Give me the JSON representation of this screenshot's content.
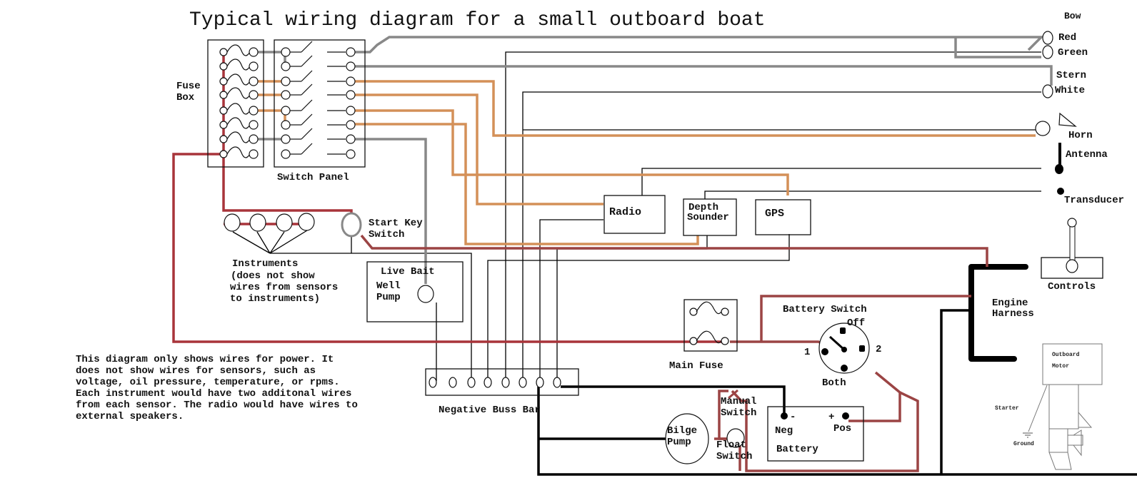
{
  "title": "Typical wiring diagram for a small outboard boat",
  "colors": {
    "power_wire": "#a8343a",
    "accessory_wire": "#d49058",
    "lighting_wire": "#888888",
    "ground_wire": "#000000"
  },
  "components": {
    "fuse_box": {
      "label_line1": "Fuse",
      "label_line2": "Box",
      "fuse_count": 8
    },
    "switch_panel": {
      "label": "Switch Panel",
      "switch_count": 8
    },
    "instruments": {
      "label": "Instruments",
      "note_line1": "(does not show",
      "note_line2": "wires from sensors",
      "note_line3": "to instruments)",
      "gauge_count": 4
    },
    "start_key_switch": {
      "label_line1": "Start Key",
      "label_line2": "Switch"
    },
    "live_bait": {
      "label_line1": "Live Bait",
      "label_line2": "Well",
      "label_line3": "Pump"
    },
    "radio": {
      "label": "Radio"
    },
    "depth_sounder": {
      "label_line1": "Depth",
      "label_line2": "Sounder"
    },
    "gps": {
      "label": "GPS"
    },
    "main_fuse": {
      "label": "Main Fuse"
    },
    "battery_switch": {
      "label": "Battery Switch",
      "positions": {
        "off": "Off",
        "one": "1",
        "two": "2",
        "both": "Both"
      }
    },
    "battery": {
      "label": "Battery",
      "neg_label": "Neg",
      "neg_sign": "-",
      "pos_label": "Pos",
      "pos_sign": "+"
    },
    "negative_buss_bar": {
      "label": "Negative Buss Bar",
      "terminal_count": 8
    },
    "bilge_pump": {
      "label_line1": "Bilge",
      "label_line2": "Pump"
    },
    "manual_switch": {
      "label_line1": "Manual",
      "label_line2": "Switch"
    },
    "float_switch": {
      "label_line1": "Float",
      "label_line2": "Switch"
    },
    "engine_harness": {
      "label_line1": "Engine",
      "label_line2": "Harness"
    },
    "controls": {
      "label": "Controls"
    },
    "outboard_motor": {
      "label_line1": "Outboard",
      "label_line2": "Motor",
      "starter": "Starter",
      "ground": "Ground"
    }
  },
  "lights": {
    "bow": "Bow",
    "red": "Red",
    "green": "Green",
    "stern": "Stern",
    "white": "White"
  },
  "devices": {
    "horn": "Horn",
    "antenna": "Antenna",
    "transducer": "Transducer"
  },
  "footnote": {
    "line1": "This diagram only shows wires for power.  It",
    "line2": "does not show wires for sensors, such as",
    "line3": "voltage, oil pressure, temperature, or rpms.",
    "line4": "Each instrument would have two additonal wires",
    "line5": "from each sensor. The radio would have wires to",
    "line6": "external speakers."
  }
}
